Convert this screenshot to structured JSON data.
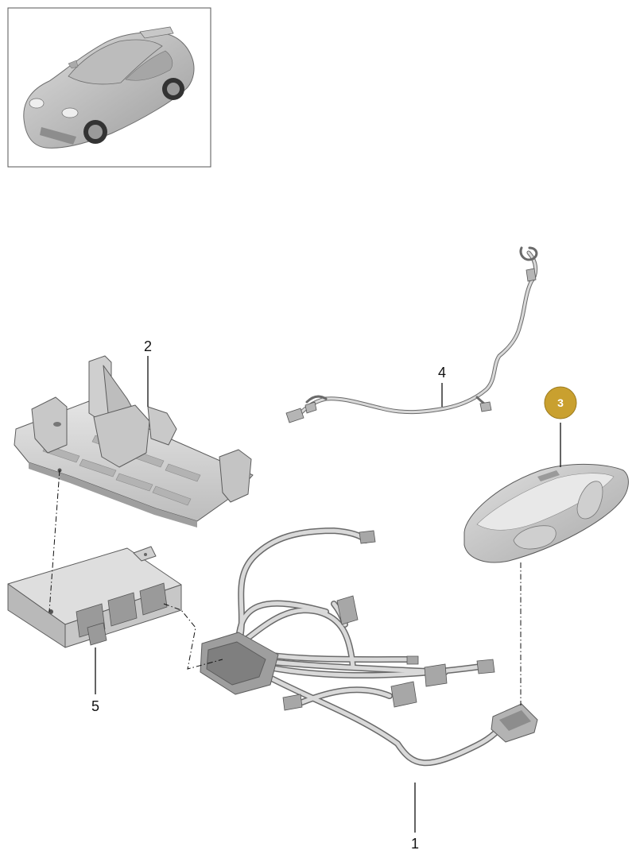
{
  "thumbnail": {
    "icon": "sports-car-coupe"
  },
  "callouts": [
    {
      "id": "1",
      "label": "1"
    },
    {
      "id": "2",
      "label": "2"
    },
    {
      "id": "3",
      "label": "3",
      "highlighted": true,
      "color": "#c9a02f"
    },
    {
      "id": "4",
      "label": "4"
    },
    {
      "id": "5",
      "label": "5"
    }
  ],
  "colors": {
    "part_fill": "#d4d4d4",
    "part_shadow": "#a9a9a9",
    "outline": "#5c5c5c",
    "highlight": "#c9a02f"
  }
}
